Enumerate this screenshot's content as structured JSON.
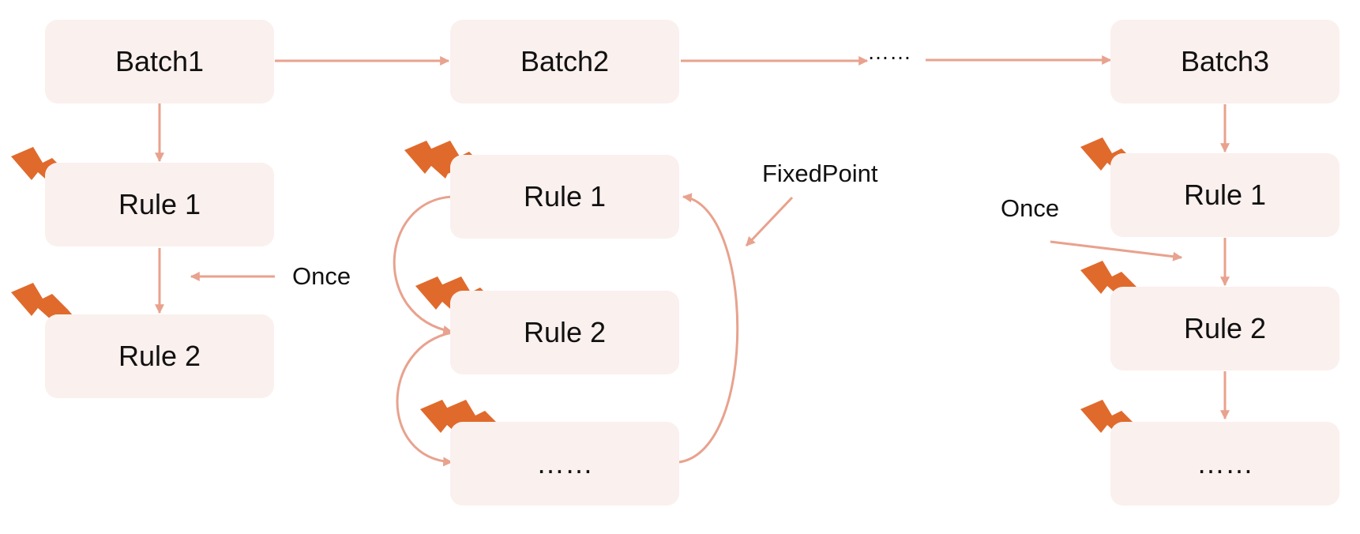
{
  "columns": [
    {
      "batch": "Batch1",
      "rules": [
        "Rule 1",
        "Rule 2"
      ]
    },
    {
      "batch": "Batch2",
      "rules": [
        "Rule 1",
        "Rule 2",
        "……"
      ]
    },
    {
      "batch": "Batch3",
      "rules": [
        "Rule 1",
        "Rule 2",
        "……"
      ]
    }
  ],
  "between_batches_label": "……",
  "annotations": {
    "once_left": "Once",
    "fixed_point": "FixedPoint",
    "once_right": "Once"
  },
  "colors": {
    "box_fill": "#faf0ee",
    "arrow": "#e8a28e",
    "lightning": "#e06a2c"
  },
  "icons": {
    "rule_marker": "lightning-bolt-icon"
  }
}
